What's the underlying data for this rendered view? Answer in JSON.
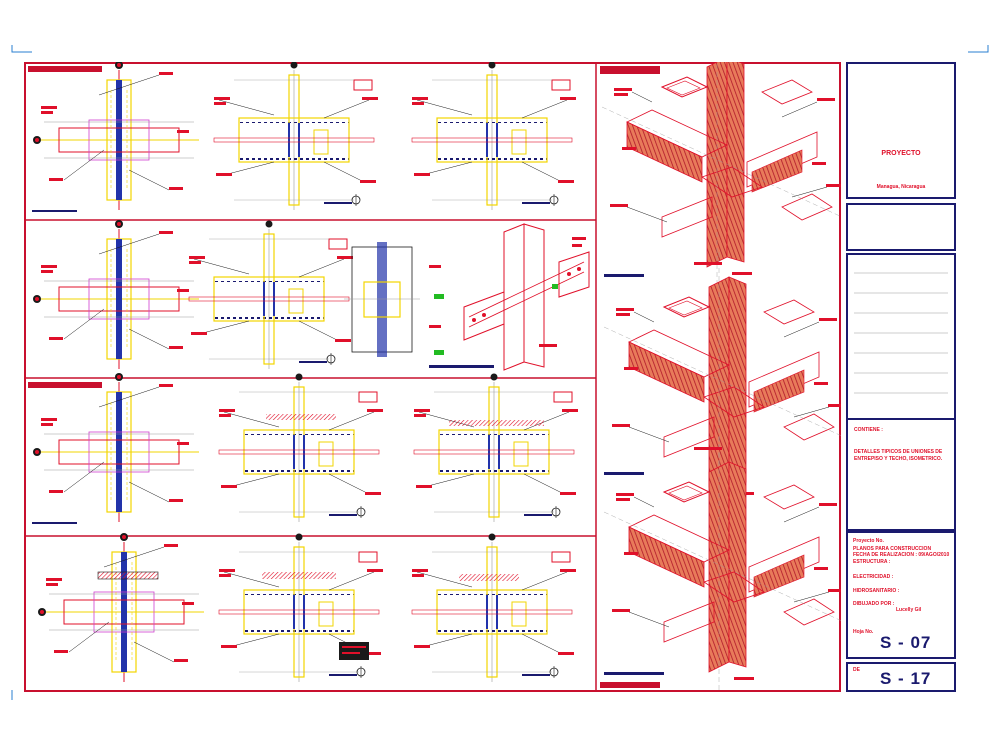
{
  "drawing": {
    "title_block": {
      "project_title": "PROYECTO",
      "location": "Managua, Nicaragua",
      "content_label": "CONTIENE :",
      "content_text_1": "DETALLES TIPICOS DE UNIONES DE",
      "content_text_2": "ENTREPISO Y TECHO, ISOMETRICO.",
      "info_label_1": "Proyecto No.",
      "info_text_1": "PLANOS PARA CONSTRUCCION",
      "info_text_2": "FECHA DE REALIZACION : 09/AGO/2010",
      "info_label_2": "ESTRUCTURA :",
      "info_label_3": "ELECTRICIDAD :",
      "info_label_4": "HIDROSANITARIO :",
      "info_label_5": "DIBUJADO POR :",
      "info_value_5": "Lucelly Gil",
      "sheet_label": "Hoja No.",
      "sheet_number": "S - 07",
      "total_label": "DE",
      "total_sheets": "S - 17"
    },
    "colors": {
      "frame": "#c8102e",
      "title_block": "#1a1a6e",
      "member_red": "#e0102a",
      "beam_yellow": "#f2d500",
      "dim_white": "#9a9a9a",
      "bolt_blue": "#2233aa",
      "accent_magenta": "#d040d0",
      "marker_green": "#22bb22"
    }
  }
}
